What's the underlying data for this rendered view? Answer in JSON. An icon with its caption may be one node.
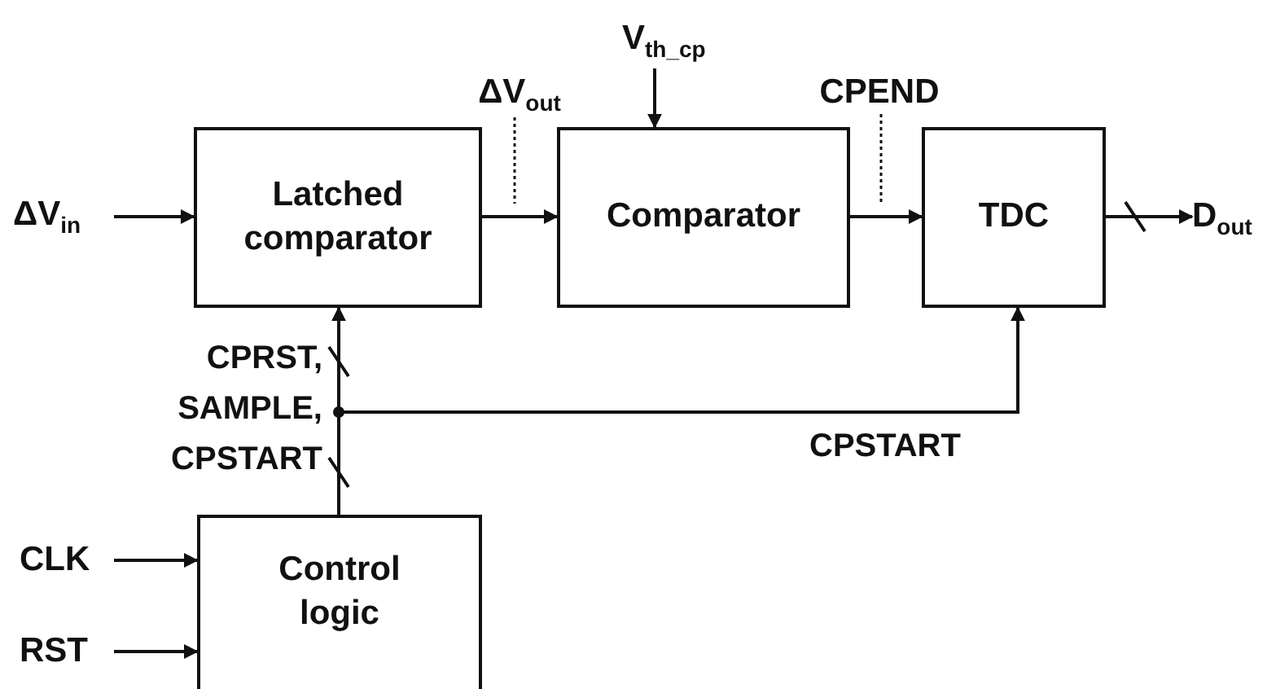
{
  "diagram": {
    "nodes": [
      {
        "text": [
          "ΔV$_{in}$"
        ]
      },
      {
        "text": [
          "Latched comparator"
        ]
      },
      {
        "text": [
          "Comparator"
        ]
      },
      {
        "text": [
          "TDC"
        ]
      },
      {
        "text": [
          "V$_{th_cp}$"
        ]
      },
      {
        "text": [
          "D$_{out}$"
        ]
      },
      {
        "text": [
          "Control logic"
        ]
      },
      {
        "text": [
          "CLK"
        ]
      },
      {
        "text": [
          "RST"
        ]
      },
      {
        "text": [
          "ΔV$_{out}$"
        ]
      },
      {
        "text": [
          "CPEND"
        ]
      }
    ],
    "edges": [
      {
        "from": 0,
        "to": 1,
        "arrow": "to"
      },
      {
        "from": 1,
        "to": 2,
        "arrow": "to"
      },
      {
        "from": 2,
        "to": 3,
        "arrow": "to"
      },
      {
        "from": 4,
        "to": 2,
        "arrow": "to"
      },
      {
        "from": 3,
        "to": 5,
        "arrow": "to"
      },
      {
        "from": 7,
        "to": 6,
        "arrow": "to"
      },
      {
        "from": 8,
        "to": 6,
        "arrow": "to"
      },
      {
        "from": 6,
        "to": 1,
        "arrow": "to",
        "label": "CPRST, SAMPLE, CPSTART"
      },
      {
        "from": 6,
        "to": 3,
        "arrow": "to",
        "label": "CPSTART"
      },
      {
        "from": 9,
        "to": null,
        "arrow": "none",
        "style": "dashed"
      },
      {
        "from": 10,
        "to": null,
        "arrow": "none",
        "style": "dashed"
      }
    ]
  }
}
